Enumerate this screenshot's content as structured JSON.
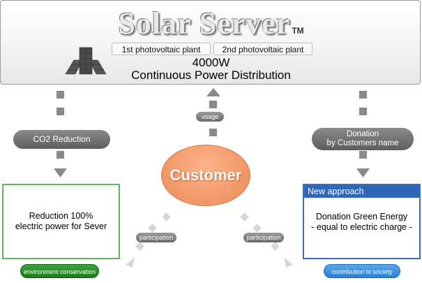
{
  "banner": {
    "title": "Solar Server",
    "trademark": "TM",
    "plant_buttons": [
      "1st photovoltaic plant",
      "2nd photovoltaic plant"
    ],
    "power": "4000W",
    "subtitle": "Continuous Power Distribution"
  },
  "left_flow": {
    "label": "CO2 Reduction"
  },
  "center_flow": {
    "label": "usage"
  },
  "right_flow": {
    "label_line1": "Donation",
    "label_line2": "by Customers name"
  },
  "customer": {
    "label": "Customer"
  },
  "participation": {
    "left": "participation",
    "right": "participation"
  },
  "left_box": {
    "line1": "Reduction 100%",
    "line2": "electric power for Sever"
  },
  "right_box": {
    "header": "New approach",
    "line1": "Donation Green Energy",
    "line2": "- equal to electric charge -"
  },
  "tags": {
    "left": "environment conservation",
    "right": "contribution to society"
  },
  "colors": {
    "pill_gray": "#6e6e6e",
    "customer_orange": "#f39a6a",
    "left_box_border": "#5cb85c",
    "right_box_border": "#3b6fbf",
    "right_box_header": "#2f66b8",
    "tag_env": "#2e8b2e",
    "tag_society": "#3a8fdc"
  },
  "icons": [
    "solar-panel-icon"
  ]
}
